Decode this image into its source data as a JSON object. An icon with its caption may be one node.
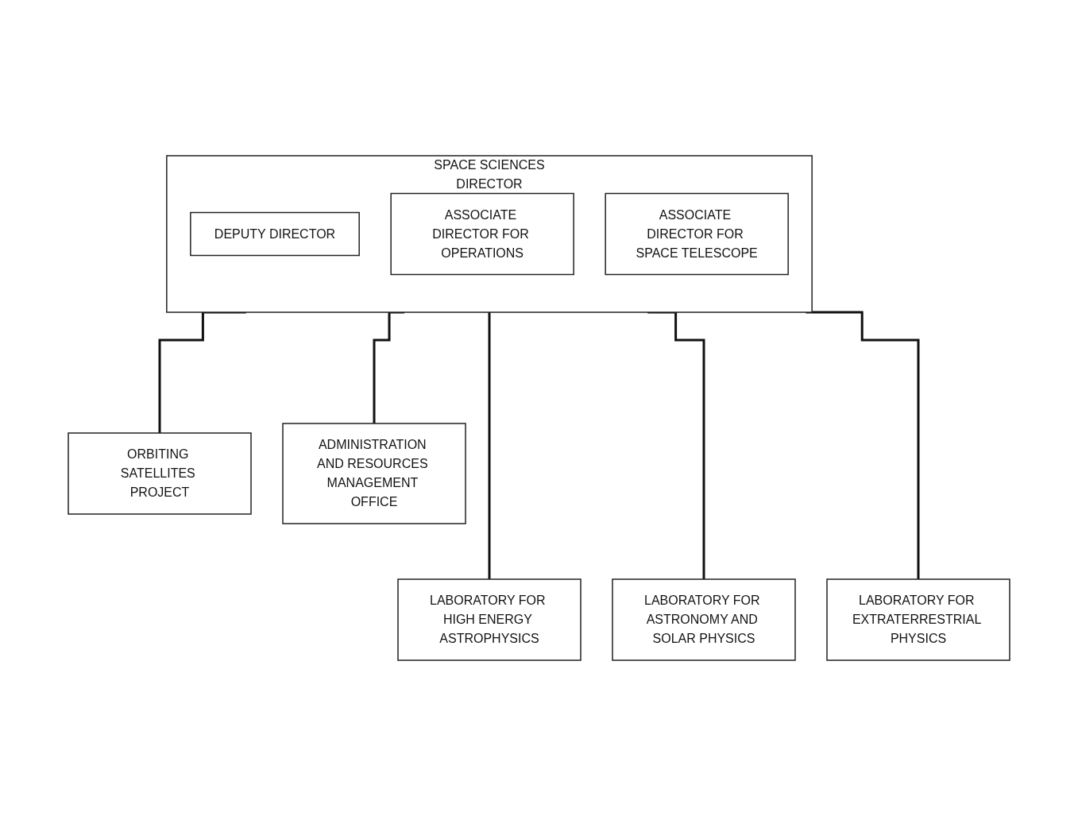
{
  "diagram": {
    "nodes": [
      {
        "text": [
          "SPACE SCIENCES",
          "DIRECTOR"
        ]
      },
      {
        "text": [
          "DEPUTY DIRECTOR"
        ],
        "in": 0
      },
      {
        "text": [
          "ASSOCIATE DIRECTOR FOR OPERATIONS"
        ],
        "in": 0
      },
      {
        "text": [
          "ASSOCIATE DIRECTOR FOR SPACE TELESCOPE"
        ],
        "in": 0
      },
      {
        "text": [
          "ORBITING SATELLITES PROJECT"
        ]
      },
      {
        "text": [
          "ADMINISTRATION AND RESOURCES MANAGEMENT OFFICE"
        ]
      },
      {
        "text": [
          "LABORATORY FOR HIGH ENERGY ASTROPHYSICS"
        ]
      },
      {
        "text": [
          "LABORATORY FOR ASTRONOMY AND SOLAR PHYSICS"
        ]
      },
      {
        "text": [
          "LABORATORY FOR EXTRATERRESTRIAL PHYSICS"
        ]
      }
    ],
    "edges": [
      {
        "from": 0,
        "to": 4,
        "arrow": "none"
      },
      {
        "from": 0,
        "to": 5,
        "arrow": "none"
      },
      {
        "from": 0,
        "to": 6,
        "arrow": "none"
      },
      {
        "from": 0,
        "to": 7,
        "arrow": "none"
      },
      {
        "from": 0,
        "to": 8,
        "arrow": "none"
      }
    ]
  }
}
